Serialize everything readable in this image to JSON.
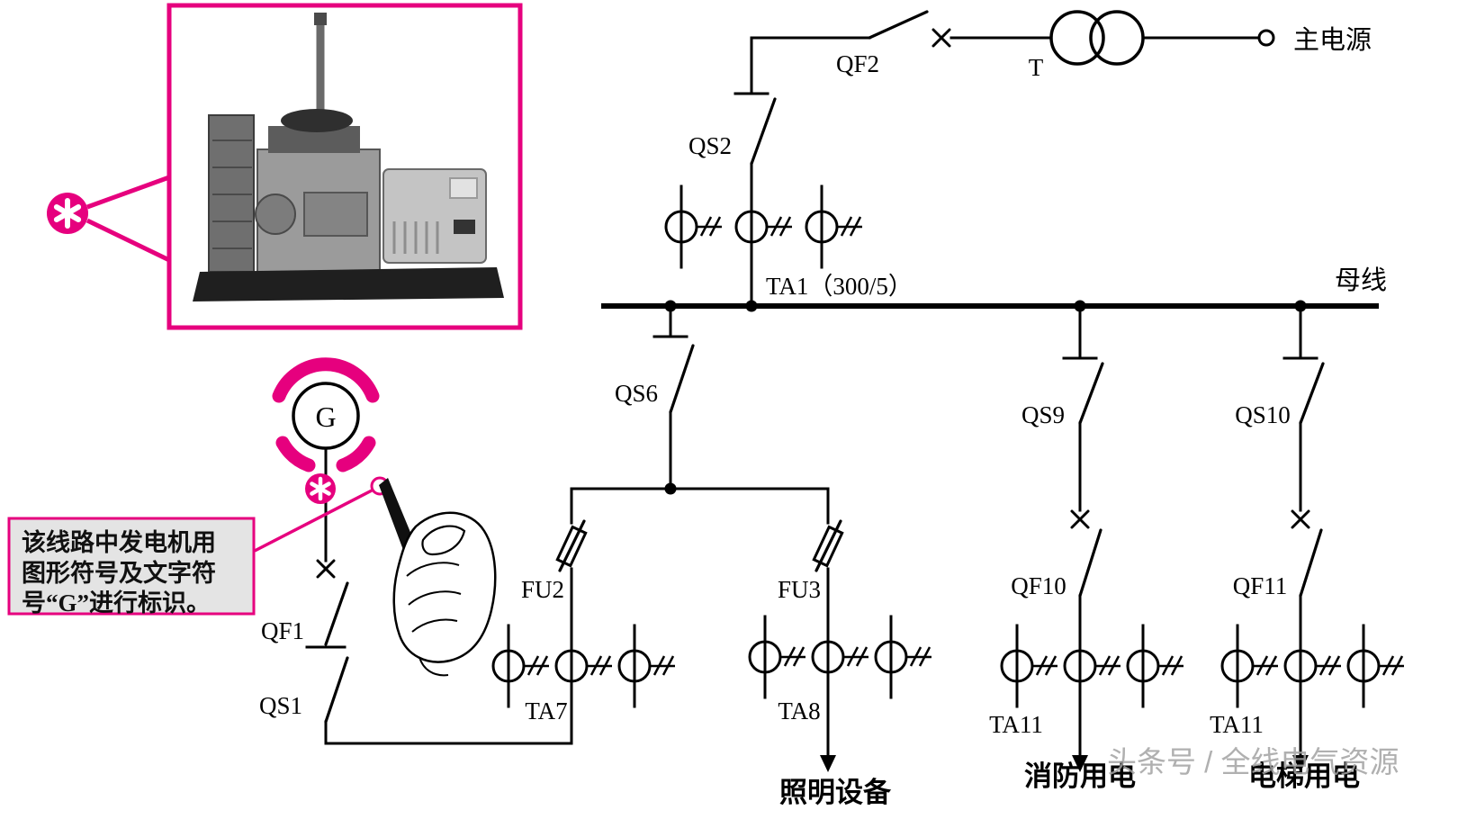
{
  "diagram": {
    "source": {
      "qf2": "QF2",
      "transformer": "T",
      "main_power": "主电源",
      "qs2": "QS2",
      "ta1": "TA1（300/5）",
      "busbar": "母线"
    },
    "feeders": {
      "qs6": "QS6",
      "fu2": "FU2",
      "fu3": "FU3",
      "ta7": "TA7",
      "ta8": "TA8",
      "lighting": "照明设备",
      "qs9": "QS9",
      "qf10": "QF10",
      "ta11_fire": "TA11",
      "fire": "消防用电",
      "qs10": "QS10",
      "qf11": "QF11",
      "ta11_elevator": "TA11",
      "elevator": "电梯用电"
    },
    "generator": {
      "letter": "G",
      "qf1": "QF1",
      "qs1": "QS1"
    }
  },
  "callout": {
    "line1": "该线路中发电机用",
    "line2": "图形符号及文字符",
    "line3": "号“G”进行标识。"
  },
  "icons": {
    "asterisk": "✱"
  },
  "colors": {
    "accent": "#e6007e",
    "line": "#000000",
    "callout_bg": "#e4e4e4",
    "watermark": "#a3a3a3"
  },
  "watermark": "头条号 / 全线电气资源"
}
